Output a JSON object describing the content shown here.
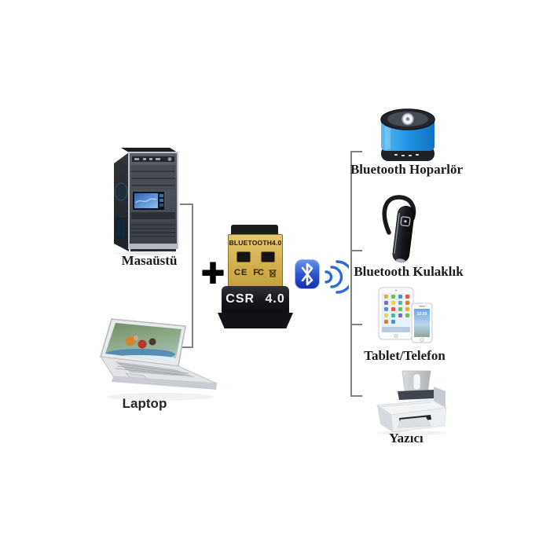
{
  "diagram": {
    "plus_label": "+",
    "sources": [
      {
        "id": "desktop",
        "label": "Masaüstü"
      },
      {
        "id": "laptop",
        "label": "Laptop"
      }
    ],
    "adapter": {
      "top_text": "BLUETOOTH4.0",
      "ce_mark": "CE",
      "fcc_mark": "FC",
      "body_text": "CSR 4.0"
    },
    "phone_clock": "12:03",
    "targets": [
      {
        "id": "bluetooth-speaker",
        "label": "Bluetooth Hoparlör"
      },
      {
        "id": "bluetooth-headset",
        "label": "Bluetooth Kulaklık"
      },
      {
        "id": "tablet-phone",
        "label": "Tablet/Telefon"
      },
      {
        "id": "printer",
        "label": "Yazıcı"
      }
    ],
    "icons": {
      "bluetooth_logo": "bluetooth-logo-icon",
      "signal_waves": "bluetooth-signal-waves-icon",
      "weee_bin": "weee-bin-icon"
    },
    "colors": {
      "bluetooth_blue": "#1e3fbe",
      "wave_blue": "#2b6ad8",
      "speaker_blue": "#2596e8",
      "adapter_gold": "#d6b254",
      "adapter_black": "#121316",
      "connector_gray": "#818181",
      "label_color": "#1b1b1b",
      "background": "#ffffff"
    }
  }
}
